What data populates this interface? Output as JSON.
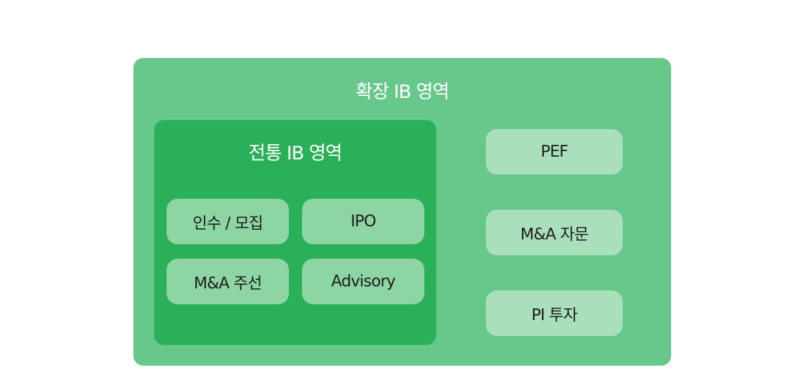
{
  "diagram": {
    "outer": {
      "title": "확장 IB 영역",
      "items": [
        "PEF",
        "M&A 자문",
        "PI 투자"
      ]
    },
    "inner": {
      "title": "전통 IB 영역",
      "items": [
        "인수 / 모집",
        "IPO",
        "M&A 주선",
        "Advisory"
      ]
    },
    "colors": {
      "outer_box": "#68c78a",
      "inner_box": "#2bb05a",
      "inner_pill": "#8dd5a2",
      "outer_pill": "#a9e0bb",
      "title_text": "#ffffff",
      "pill_text": "#1d1d1d"
    }
  }
}
